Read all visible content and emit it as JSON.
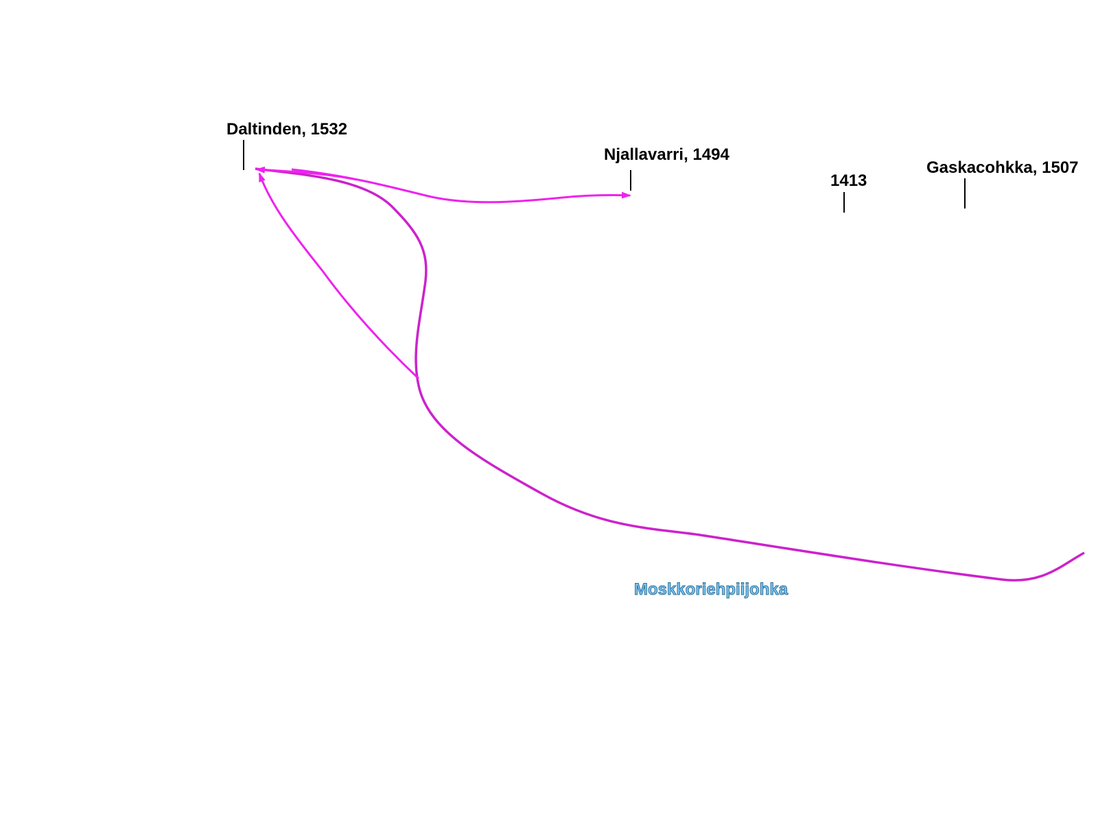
{
  "map": {
    "colors": {
      "background": "#ffffff",
      "route": "#ee22ee",
      "route_main": "#cc22cc",
      "label_text": "#000000",
      "river_text": "#7cc6f2"
    },
    "peaks": [
      {
        "id": "daltinden",
        "label": "Daltinden, 1532"
      },
      {
        "id": "njallavarri",
        "label": "Njallavarri, 1494"
      },
      {
        "id": "unnamed-1413",
        "label": "1413"
      },
      {
        "id": "gaskacohkka",
        "label": "Gaskacohkka, 1507"
      }
    ],
    "river": {
      "label": "Moskkoriehpiijohka"
    },
    "routes": [
      {
        "id": "main-trail",
        "arrow": false
      },
      {
        "id": "to-njallavarri",
        "arrow": true
      },
      {
        "id": "to-daltinden-left",
        "arrow": true
      }
    ]
  }
}
